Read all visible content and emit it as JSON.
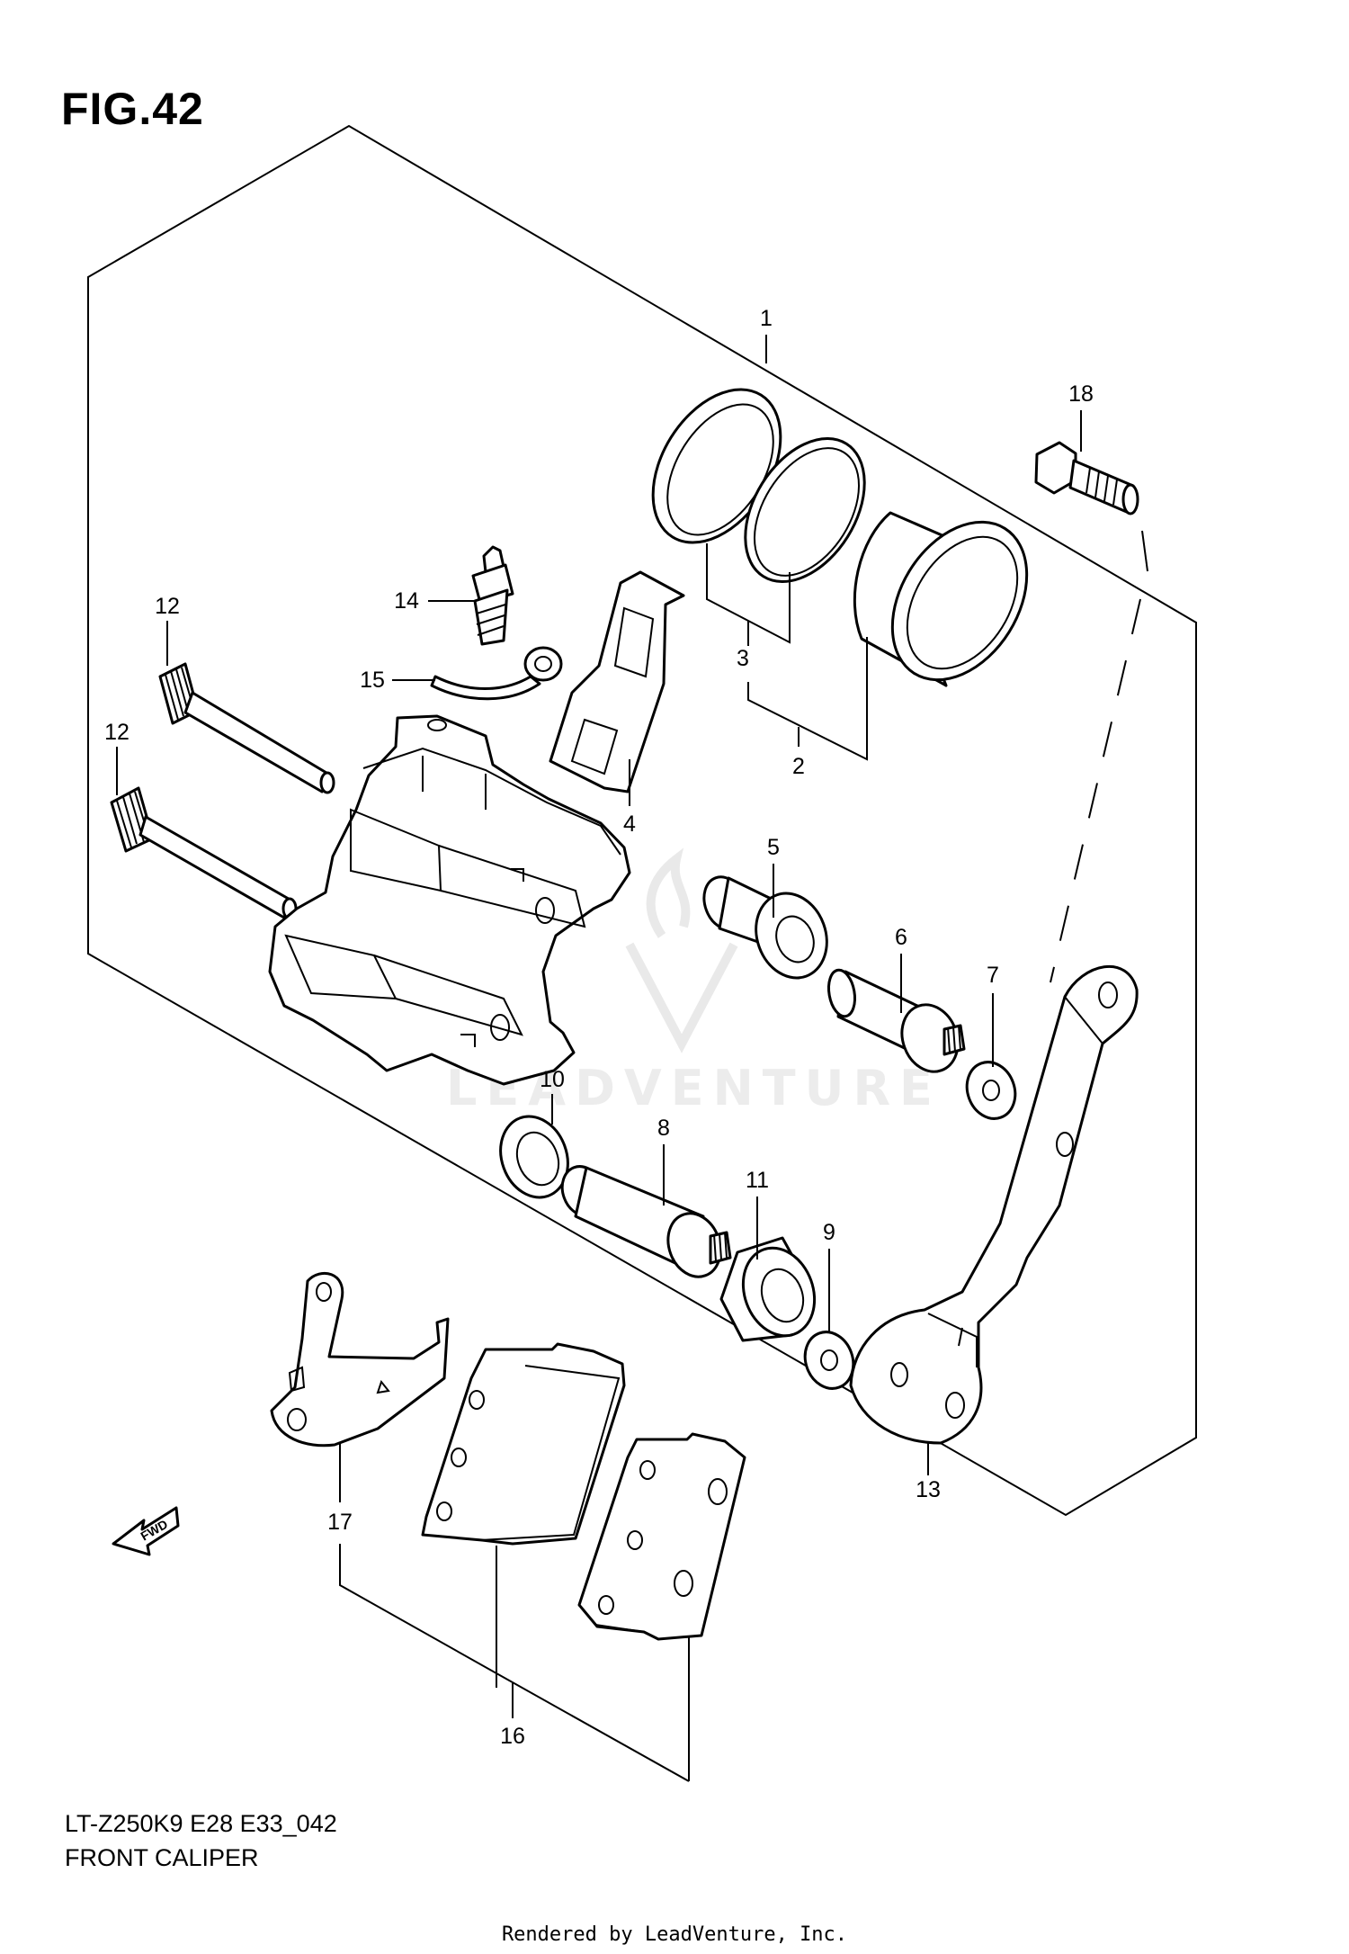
{
  "figure": {
    "title": "FIG.42",
    "model_code": "LT-Z250K9 E28 E33_042",
    "section_name": "FRONT CALIPER",
    "credit": "Rendered by LeadVenture, Inc.",
    "watermark": "LEADVENTURE",
    "direction_label": "FWD"
  },
  "callouts": {
    "c1": "1",
    "c2": "2",
    "c3": "3",
    "c4": "4",
    "c5": "5",
    "c6": "6",
    "c7": "7",
    "c8": "8",
    "c9": "9",
    "c10": "10",
    "c11": "11",
    "c12a": "12",
    "c12b": "12",
    "c13": "13",
    "c14": "14",
    "c15": "15",
    "c16": "16",
    "c17": "17",
    "c18": "18"
  },
  "colors": {
    "ink": "#000000",
    "paper": "#ffffff",
    "watermark": "#ececec"
  }
}
